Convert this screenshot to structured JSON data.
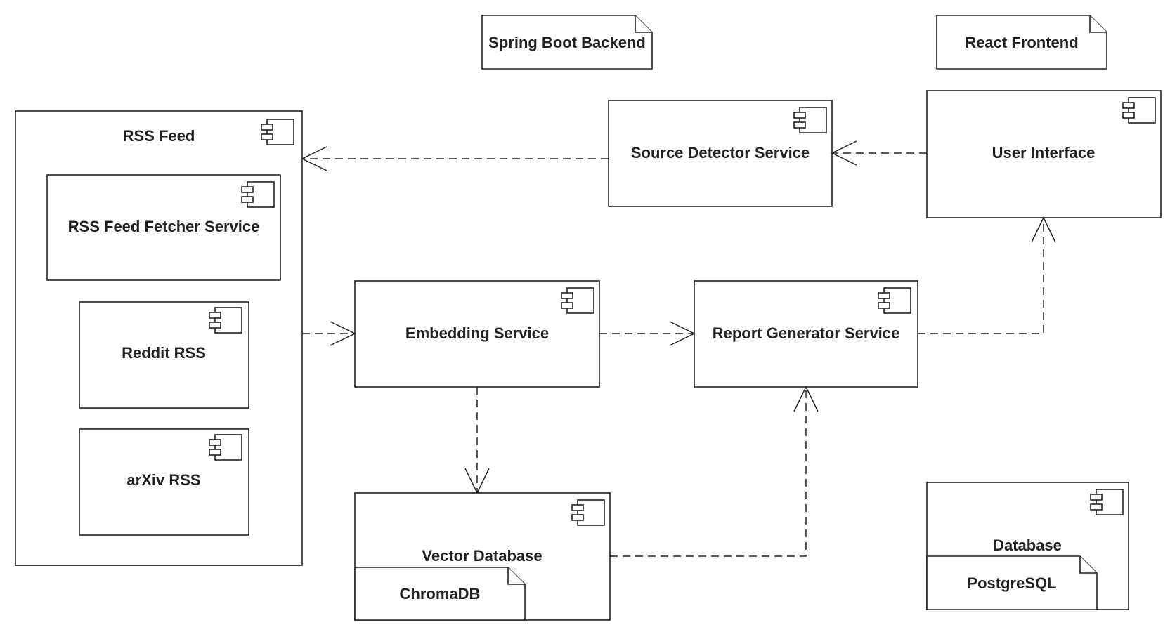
{
  "diagram": {
    "notes": {
      "spring_boot": "Spring Boot Backend",
      "react_frontend": "React Frontend"
    },
    "components": {
      "rss_feed": "RSS Feed",
      "rss_feed_fetcher": "RSS Feed Fetcher Service",
      "reddit_rss": "Reddit RSS",
      "arxiv_rss": "arXiv RSS",
      "source_detector": "Source Detector Service",
      "user_interface": "User Interface",
      "embedding": "Embedding Service",
      "report_generator": "Report Generator Service",
      "vector_database": "Vector Database",
      "database": "Database"
    },
    "artifacts": {
      "chromadb": "ChromaDB",
      "postgresql": "PostgreSQL"
    },
    "dependencies": [
      {
        "from": "Source Detector Service",
        "to": "RSS Feed"
      },
      {
        "from": "User Interface",
        "to": "Source Detector Service"
      },
      {
        "from": "RSS Feed",
        "to": "Embedding Service"
      },
      {
        "from": "Embedding Service",
        "to": "Report Generator Service"
      },
      {
        "from": "Report Generator Service",
        "to": "User Interface"
      },
      {
        "from": "Embedding Service",
        "to": "Vector Database"
      },
      {
        "from": "Vector Database",
        "to": "Report Generator Service"
      }
    ]
  }
}
